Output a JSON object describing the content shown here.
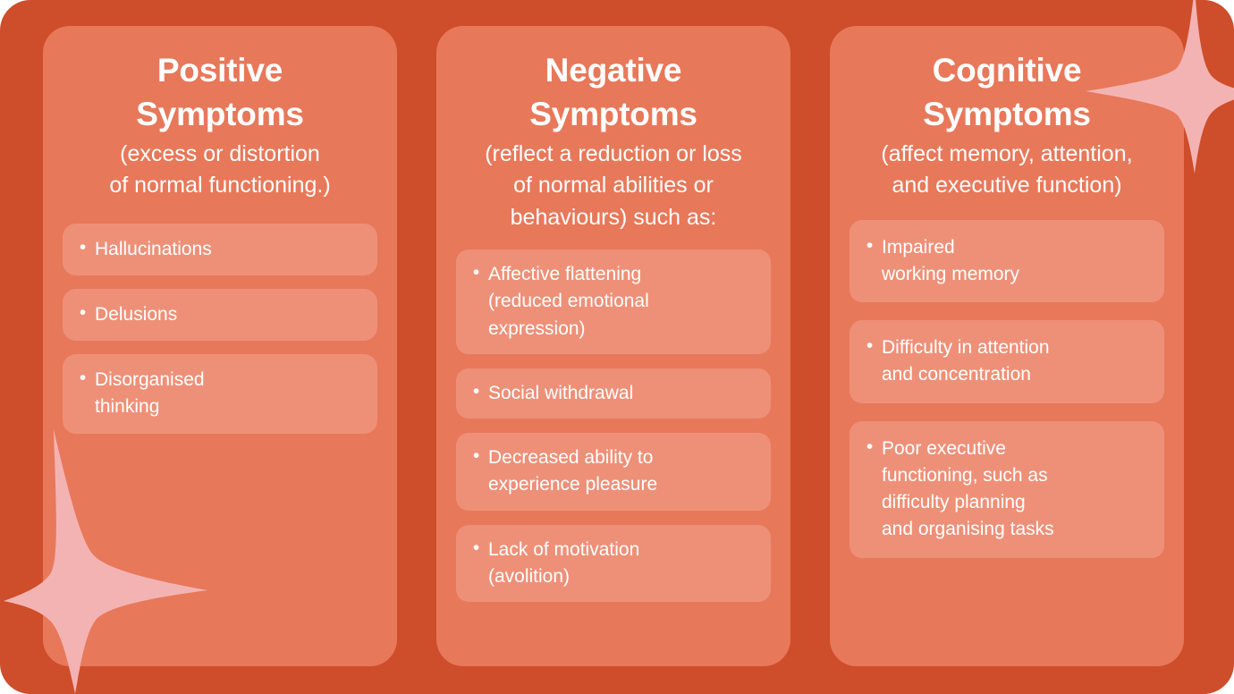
{
  "theme": {
    "canvas_bg": "#ce4d2a",
    "card_bg": "#e8785a",
    "pill_bg": "#ee9078",
    "text": "#ffffff",
    "sparkle": "#f4b3b3"
  },
  "decorations": [
    {
      "name": "sparkle-star-bottom-left",
      "color": "#f4b3b3"
    },
    {
      "name": "sparkle-star-top-right",
      "color": "#f4b3b3"
    }
  ],
  "columns": [
    {
      "id": "positive",
      "title": "Positive\nSymptoms",
      "subtitle": "(excess or distortion\nof normal functioning.)",
      "items": [
        "Hallucinations",
        "Delusions",
        "Disorganised\nthinking"
      ]
    },
    {
      "id": "negative",
      "title": "Negative\nSymptoms",
      "subtitle": "(reflect a reduction or loss\nof normal abilities or\nbehaviours) such as:",
      "items": [
        "Affective flattening\n(reduced emotional\nexpression)",
        "Social withdrawal",
        "Decreased ability to\nexperience pleasure",
        "Lack of motivation\n(avolition)"
      ]
    },
    {
      "id": "cognitive",
      "title": "Cognitive\nSymptoms",
      "subtitle": "(affect memory, attention,\nand executive function)",
      "items": [
        "Impaired\nworking memory",
        "Difficulty in attention\nand concentration",
        "Poor executive\nfunctioning, such as\ndifficulty planning\nand organising tasks"
      ]
    }
  ],
  "bullet_glyph": "•"
}
